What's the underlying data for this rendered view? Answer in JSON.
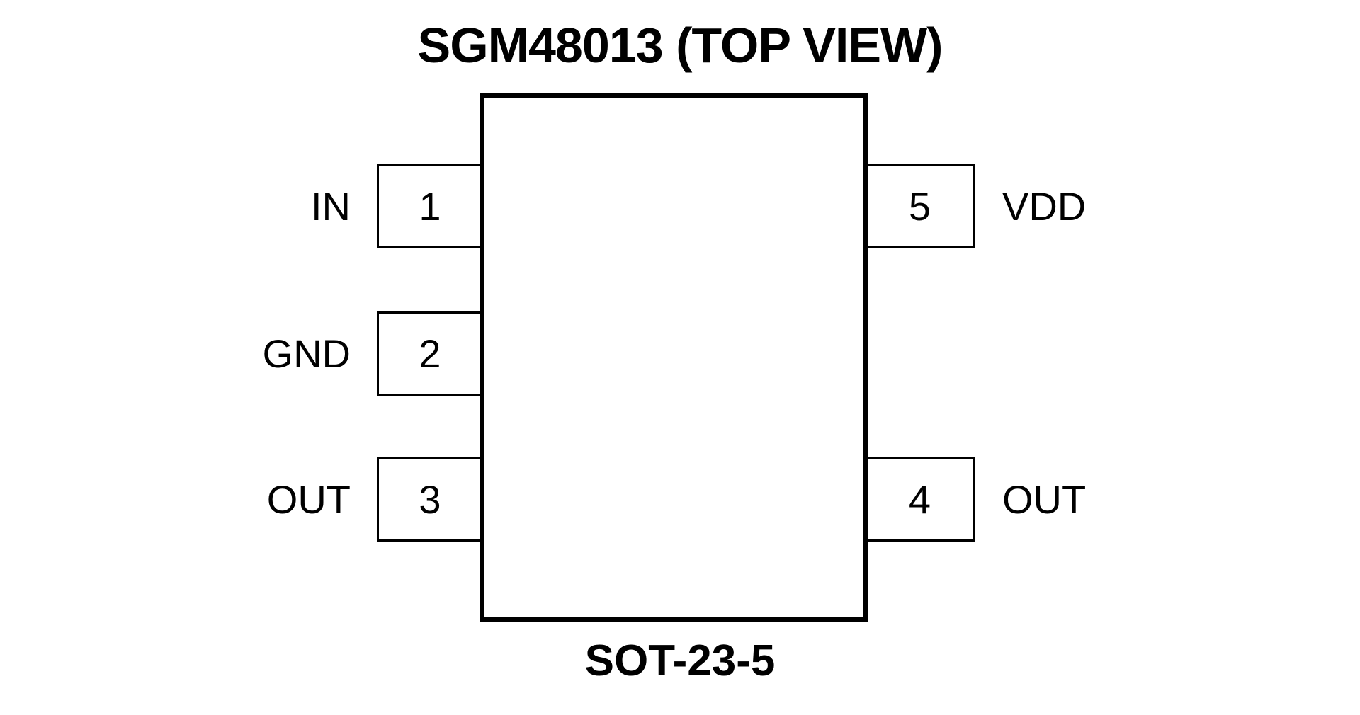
{
  "diagram": {
    "title": "SGM48013 (TOP VIEW)",
    "package_label": "SOT-23-5",
    "view": "TOP VIEW",
    "part_number": "SGM48013",
    "pins": [
      {
        "number": "1",
        "name": "IN",
        "side": "left",
        "row": "top"
      },
      {
        "number": "2",
        "name": "GND",
        "side": "left",
        "row": "middle"
      },
      {
        "number": "3",
        "name": "OUT",
        "side": "left",
        "row": "bottom"
      },
      {
        "number": "4",
        "name": "OUT",
        "side": "right",
        "row": "bottom"
      },
      {
        "number": "5",
        "name": "VDD",
        "side": "right",
        "row": "top"
      }
    ],
    "colors": {
      "line": "#000000",
      "text": "#000000",
      "background": "#ffffff"
    }
  }
}
